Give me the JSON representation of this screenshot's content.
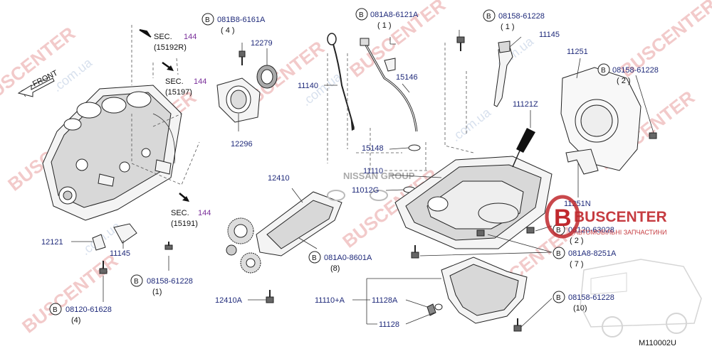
{
  "diagram_code": "M110002U",
  "front_label": "FRONT",
  "watermark": {
    "brand": "BUSCENTER",
    "brand_prefix": "B",
    "site": ".com.ua",
    "logo_top": "BUSCENTER",
    "logo_sub": "АВТОМОБІЛЬНІ ЗАПЧАСТИНИ",
    "nissan_group": "NISSAN GROUP"
  },
  "section_refs": [
    {
      "sec": "SEC.",
      "page": "144",
      "code": "(15192R)"
    },
    {
      "sec": "SEC.",
      "page": "144",
      "code": "(15197)"
    },
    {
      "sec": "SEC.",
      "page": "144",
      "code": "(15191)"
    }
  ],
  "bolt_badge": "B",
  "bolts": [
    {
      "part": "081B8-6161A",
      "qty": "( 4 )"
    },
    {
      "part": "081A8-6121A",
      "qty": "( 1 )"
    },
    {
      "part": "08158-61228",
      "qty": "( 1 )"
    },
    {
      "part": "08158-61228",
      "qty": "( 2 )"
    },
    {
      "part": "08120-63028",
      "qty": "( 2 )"
    },
    {
      "part": "081A8-8251A",
      "qty": "( 7 )"
    },
    {
      "part": "08158-61228",
      "qty": "(10)"
    },
    {
      "part": "081A0-8601A",
      "qty": "(8)"
    },
    {
      "part": "08158-61228",
      "qty": "(1)"
    },
    {
      "part": "08120-61628",
      "qty": "(4)"
    }
  ],
  "parts": {
    "p12279": "12279",
    "p12296": "12296",
    "p11140": "11140",
    "p15146": "15146",
    "p15148": "15148",
    "p11145_top": "11145",
    "p11251": "11251",
    "p11121Z": "11121Z",
    "p11110": "11110",
    "p11012G": "11012G",
    "p12410": "12410",
    "p11251N": "11251N",
    "p12121": "12121",
    "p11145_low": "11145",
    "p12410A": "12410A",
    "p11110A": "11110+A",
    "p11128A": "11128A",
    "p11128": "11128"
  }
}
